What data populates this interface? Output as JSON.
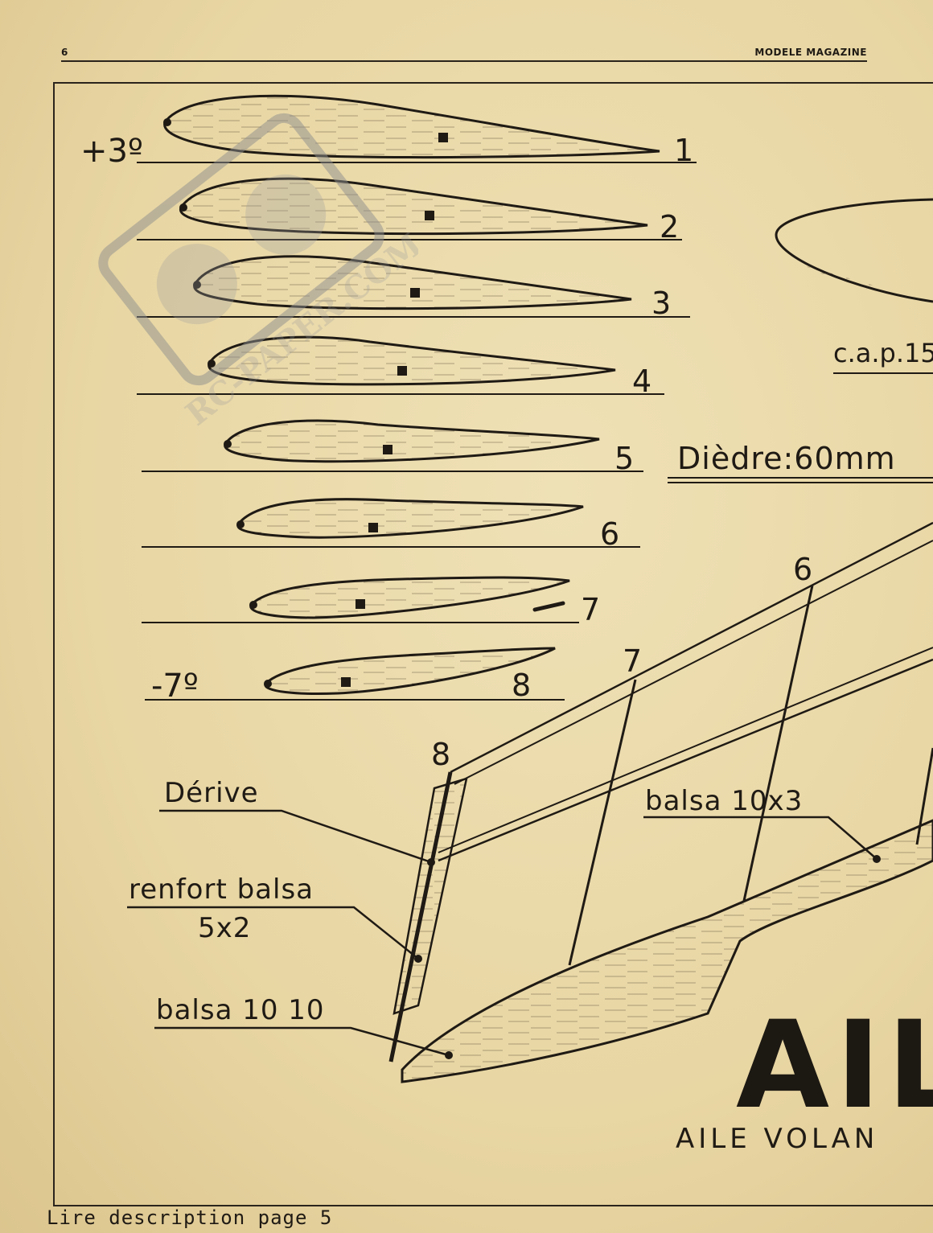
{
  "header": {
    "page_number": "6",
    "magazine": "MODELE MAGAZINE"
  },
  "airfoils": {
    "numbers": [
      "1",
      "2",
      "3",
      "4",
      "5",
      "6",
      "7",
      "8"
    ],
    "top_incidence": "+3º",
    "bottom_incidence": "-7º"
  },
  "annotations": {
    "cap": "c.a.p.15",
    "dihedral": "Dièdre:60mm"
  },
  "plan": {
    "rib_numbers": [
      "8",
      "7",
      "6"
    ],
    "derive": "Dérive",
    "renfort_line1": "renfort balsa",
    "renfort_line2": "5x2",
    "balsa_1010": "balsa 10 10",
    "balsa_10x3": "balsa 10x3"
  },
  "title": {
    "big": "AIL",
    "sub": "AILE VOLAN"
  },
  "footer": {
    "text": "Lire description page 5"
  },
  "watermark": {
    "text": "RC-PAPER.COM"
  }
}
